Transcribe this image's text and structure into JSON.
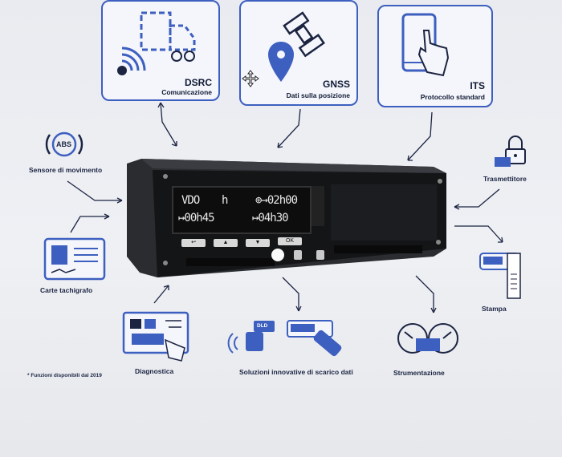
{
  "boxes": {
    "dsrc": {
      "title": "DSRC",
      "subtitle": "Comunicazione"
    },
    "gnss": {
      "title": "GNSS",
      "subtitle": "Dati sulla posizione"
    },
    "its": {
      "title": "ITS",
      "subtitle": "Protocollo standard"
    }
  },
  "labels": {
    "abs_badge": "ABS",
    "sensor": "Sensore di movimento",
    "cards": "Carte tachigrafo",
    "diagnostics": "Diagnostica",
    "download": "Soluzioni innovative di scarico dati",
    "instruments": "Strumentazione",
    "transmitter": "Trasmettitore",
    "print": "Stampa",
    "footnote": "* Funzioni disponibili dal 2019",
    "dld_badge": "DLD"
  },
  "device": {
    "line1_left": "VDO",
    "line1_mid": "h",
    "line1_right": "⊕→02h00",
    "line2_left": "↦00h45",
    "line2_right": "↦04h30",
    "btn_back": "↩",
    "btn_up": "▲",
    "btn_down": "▼",
    "btn_ok": "OK"
  },
  "colors": {
    "accent": "#3d5fbf",
    "dark": "#1c2442"
  }
}
